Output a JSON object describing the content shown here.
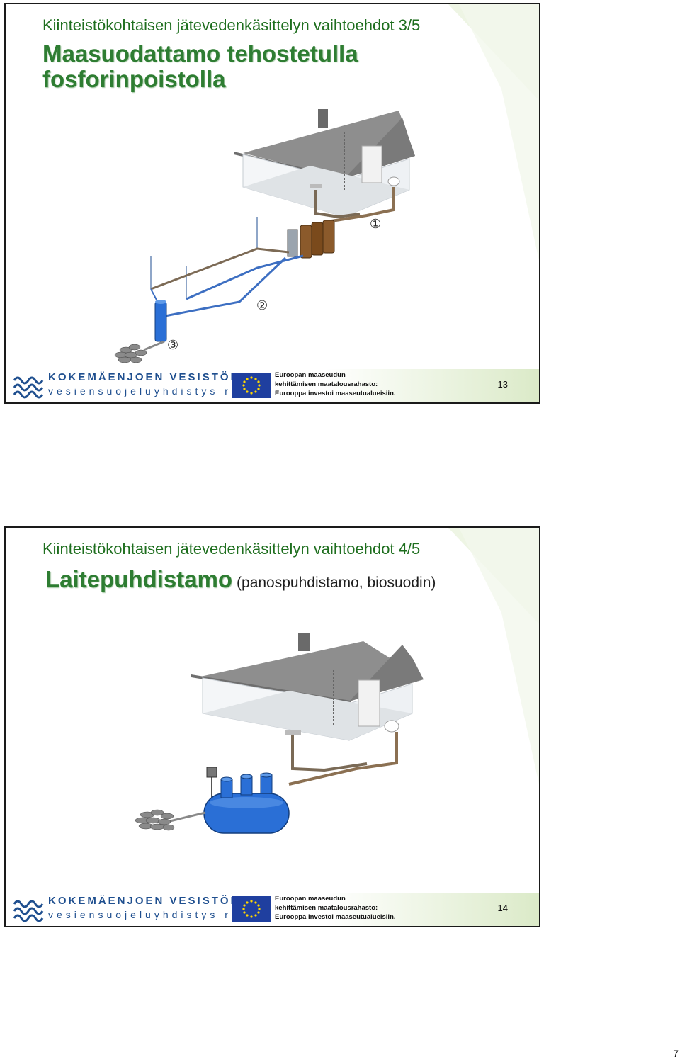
{
  "slides": [
    {
      "subtitle": "Kiinteistökohtaisen jätevedenkäsittelyn vaihtoehdot 3/5",
      "title_line1": "Maasuodattamo tehostetulla",
      "title_line2": "fosforinpoistolla",
      "callouts": [
        "①",
        "②",
        "③"
      ],
      "slide_number": "13"
    },
    {
      "subtitle": "Kiinteistökohtaisen jätevedenkäsittelyn vaihtoehdot 4/5",
      "title": "Laitepuhdistamo",
      "title_paren": "(panospuhdistamo, biosuodin)",
      "slide_number": "14"
    }
  ],
  "footer": {
    "org_line1": "KOKEMÄENJOEN VESISTÖN",
    "org_line2": "vesiensuojeluyhdistys ry",
    "eu_line1": "Euroopan maaseudun",
    "eu_line2": "kehittämisen maatalousrahasto:",
    "eu_line3": "Eurooppa investoi maaseutualueisiin."
  },
  "page_number": "7",
  "colors": {
    "title_green": "#2e7d32",
    "org_blue": "#1f4f8f",
    "eu_blue": "#1f3f9f",
    "tank_blue": "#2a6fd6",
    "filter_brown": "#7a4a1c"
  }
}
